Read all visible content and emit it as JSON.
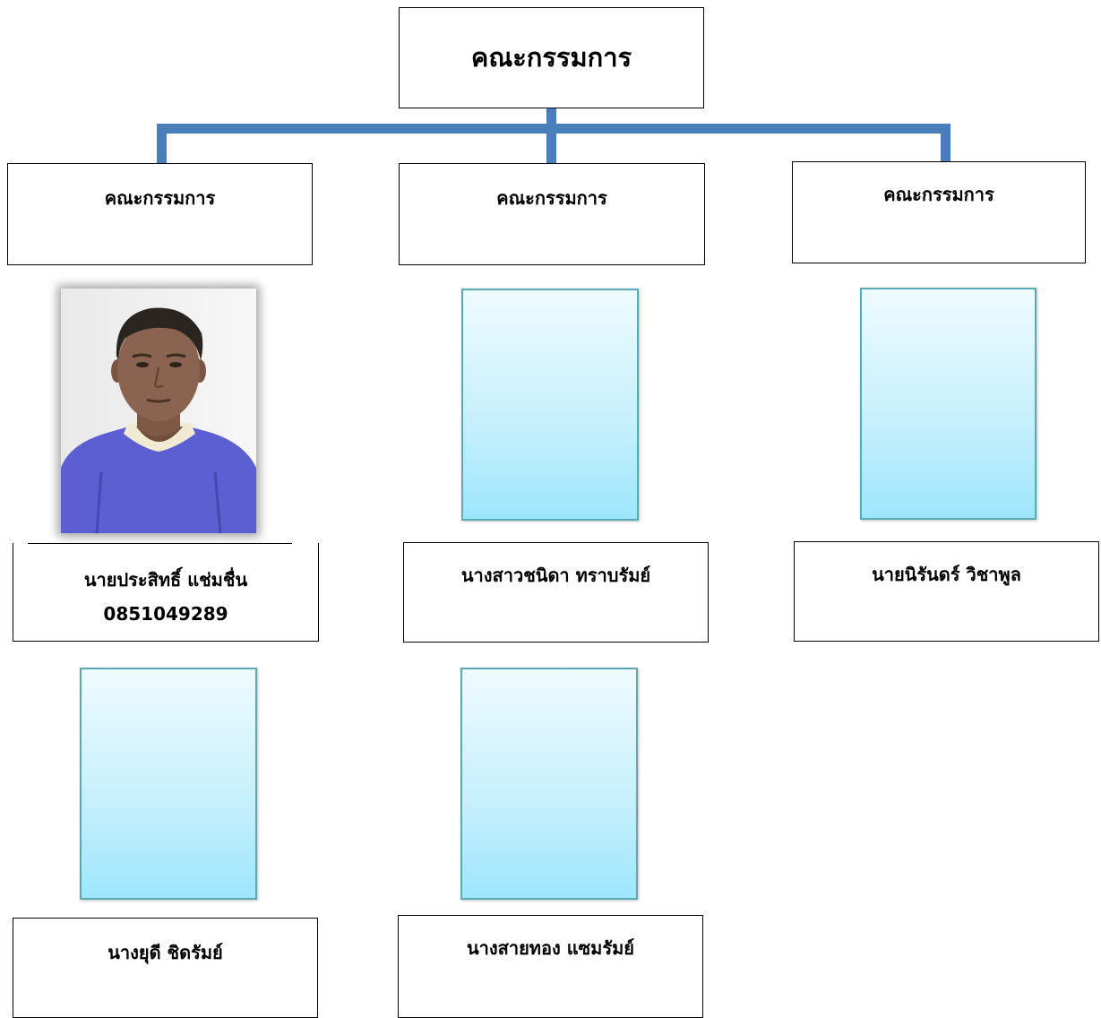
{
  "root": {
    "title": "คณะกรรมการ"
  },
  "connector_color": "#4a7ebb",
  "columns": [
    {
      "heading": "คณะกรรมการ"
    },
    {
      "heading": "คณะกรรมการ"
    },
    {
      "heading": "คณะกรรมการ"
    }
  ],
  "members": [
    {
      "name": "นายประสิทธิ์  แช่มชื่น",
      "phone": "0851049289",
      "photo": "portrait"
    },
    {
      "name": "นางสาวชนิดา  ทราบรัมย์",
      "photo": "placeholder"
    },
    {
      "name": "นายนิรันดร์  วิชาพูล",
      "photo": "placeholder"
    },
    {
      "name": "นางยุดี  ชิดรัมย์",
      "photo": "placeholder"
    },
    {
      "name": "นางสายทอง  แซมรัมย์",
      "photo": "placeholder"
    }
  ]
}
